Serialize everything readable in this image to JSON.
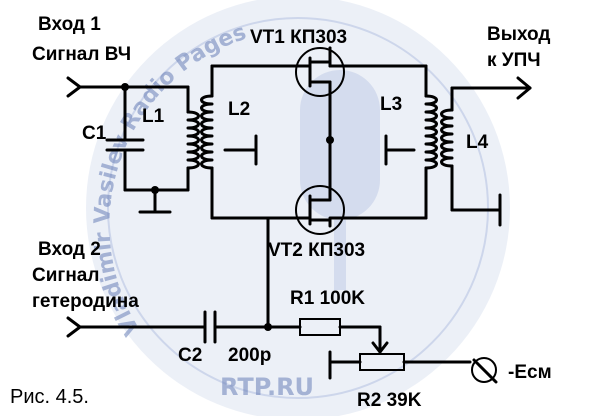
{
  "labels": {
    "input1_line1": "Вход 1",
    "input1_line2": "Сигнал ВЧ",
    "input2_line1": "Вход 2",
    "input2_line2": "Сигнал",
    "input2_line3": "гетеродина",
    "output_line1": "Выход",
    "output_line2": "к УПЧ",
    "vt1": "VT1 КП303",
    "vt2": "VT2 КП303",
    "c1": "C1",
    "l1": "L1",
    "l2": "L2",
    "l3": "L3",
    "l4": "L4",
    "r1": "R1 100K",
    "r2": "R2 39K",
    "c2": "C2",
    "c2_value": "200p",
    "supply": "-Eсм",
    "caption": "Рис. 4.5."
  },
  "watermark": {
    "text_left": "Vladimir Vasilev Radio Pages",
    "text_bottom": "RTP.RU",
    "color": "#6a80b8"
  },
  "colors": {
    "ink": "#000000",
    "background": "#ffffff",
    "watermark_fill": "#dde3f1"
  }
}
